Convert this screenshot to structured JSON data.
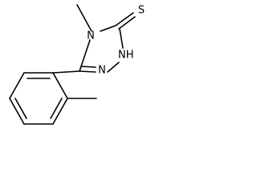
{
  "molecule": {
    "atoms": {
      "n_methyl": "N",
      "n_h": "NH",
      "n_lower": "N",
      "sulfur": "S"
    }
  }
}
